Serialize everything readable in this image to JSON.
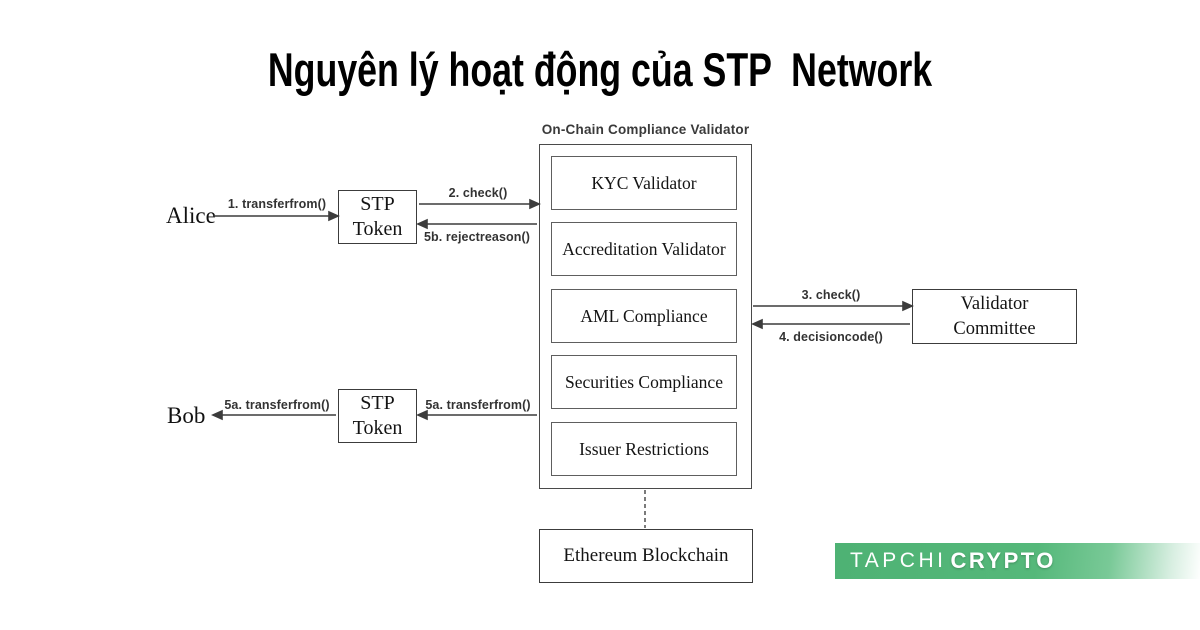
{
  "title": "Nguyên lý hoạt động của STP  Network",
  "diagram": {
    "container_label": "On-Chain Compliance Validator",
    "validators": [
      "KYC Validator",
      "Accreditation Validator",
      "AML Compliance",
      "Securities Compliance",
      "Issuer Restrictions"
    ],
    "actors": {
      "sender": "Alice",
      "receiver": "Bob"
    },
    "token_box": {
      "line1": "STP",
      "line2": "Token"
    },
    "committee_box": {
      "line1": "Validator",
      "line2": "Committee"
    },
    "blockchain_box": "Ethereum Blockchain",
    "arrow_labels": [
      "1. transferfrom()",
      "2. check()",
      "5b. rejectreason()",
      "3. check()",
      "4. decisioncode()",
      "5a. transferfrom()",
      "5a. transferfrom()"
    ],
    "line_color": "#3c3c3c"
  },
  "logo": {
    "part1": "TAPCHI",
    "part2": "CRYPTO",
    "accent_color": "#4eb274"
  }
}
